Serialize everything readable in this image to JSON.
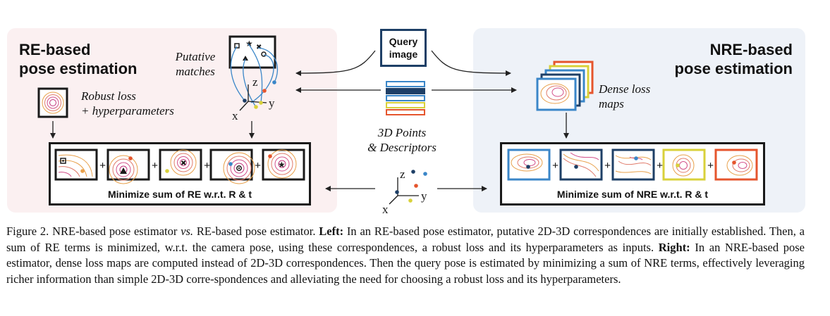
{
  "left_panel": {
    "title_line1": "RE-based",
    "title_line2": "pose estimation",
    "putative_line1": "Putative",
    "putative_line2": "matches",
    "robust_line1": "Robust loss",
    "robust_line2": "+ hyperparameters",
    "minimize_label": "Minimize sum of RE w.r.t. R & t"
  },
  "right_panel": {
    "title_line1": "NRE-based",
    "title_line2": "pose estimation",
    "dense_line1": "Dense loss",
    "dense_line2": "maps",
    "minimize_label": "Minimize sum of NRE w.r.t. R & t"
  },
  "center": {
    "query_line1": "Query",
    "query_line2": "image",
    "points_line1": "3D Points",
    "points_line2": "& Descriptors"
  },
  "axes": {
    "x": "x",
    "y": "y",
    "z": "z"
  },
  "colors": {
    "blue": "#3a86c8",
    "navy": "#1e3f66",
    "yellow": "#d8d13a",
    "orange": "#e5552d",
    "contour_orange": "#e8a04a",
    "contour_pink": "#d2508a",
    "left_panel_bg": "#fbf0f1",
    "right_panel_bg": "#eef2f8"
  },
  "caption": {
    "figure_label": "Figure 2.",
    "part1": " NRE-based pose estimator ",
    "vs": "vs.",
    "part2": " RE-based pose estimator. ",
    "left_label": "Left:",
    "left_text": " In an RE-based pose estimator, putative 2D-3D correspondences are initially established. Then, a sum of RE terms is minimized, w.r.t. the camera pose, using these correspondences, a robust loss and its hyperparameters as inputs. ",
    "right_label": "Right:",
    "right_text": " In an NRE-based pose estimator, dense loss maps are computed instead of 2D-3D correspondences. Then the query pose is estimated by minimizing a sum of NRE terms, effectively leveraging richer information than simple 2D-3D corre-spondences and alleviating the need for choosing a robust loss and its hyperparameters."
  }
}
